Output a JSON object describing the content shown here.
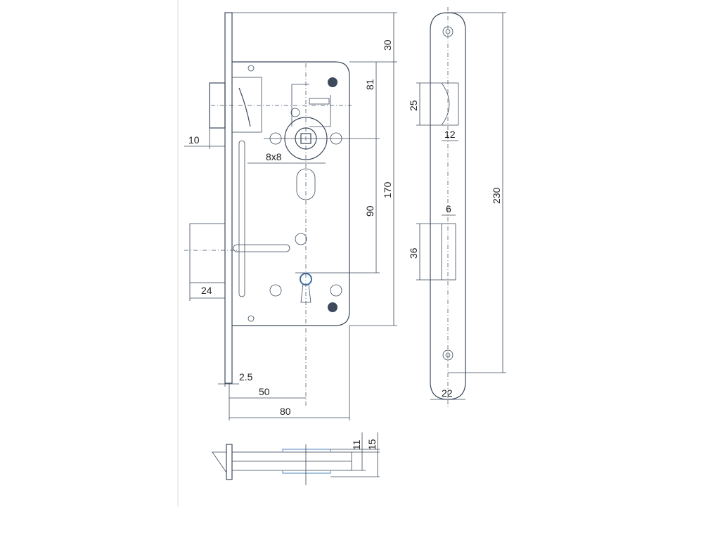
{
  "drawing": {
    "title": "Mortise lock technical drawing",
    "line_color": "#3c4a5c",
    "front_view": {
      "dimensions": {
        "top_offset": "30",
        "handle_to_top": "81",
        "handle_to_keyhole": "90",
        "body_height": "170",
        "latch_projection": "10",
        "spindle": "8x8",
        "bolt_projection": "24",
        "faceplate_thickness": "2.5",
        "backset": "50",
        "body_width": "80"
      }
    },
    "strike_plate": {
      "dimensions": {
        "latch_opening_height": "25",
        "latch_opening_depth": "12",
        "bolt_opening_depth": "6",
        "bolt_opening_height": "36",
        "total_height": "230",
        "width": "22"
      }
    },
    "side_view": {
      "dimensions": {
        "body_thickness": "11",
        "total_thickness": "15"
      }
    }
  }
}
